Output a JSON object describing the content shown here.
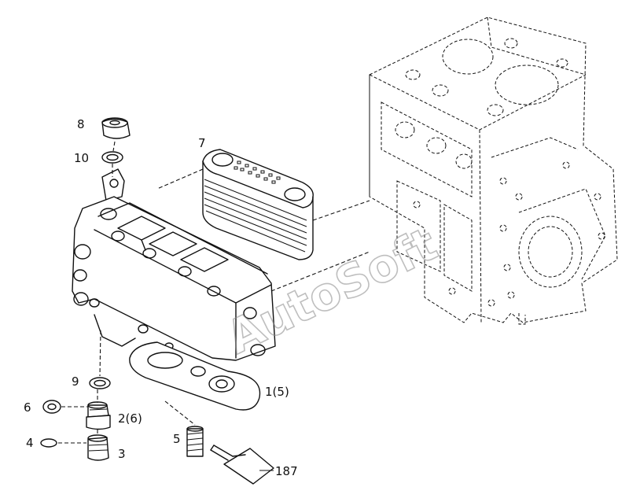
{
  "callouts": {
    "p8": "8",
    "p10": "10",
    "p7": "7",
    "p9": "9",
    "p6": "6",
    "p2": "2(6)",
    "p4": "4",
    "p3": "3",
    "p5": "5",
    "p1": "1(5)",
    "p187": "187"
  },
  "watermark": "AutoSoft",
  "colors": {
    "line": "#111111",
    "background": "#ffffff",
    "watermark": "#8a8a8a"
  }
}
